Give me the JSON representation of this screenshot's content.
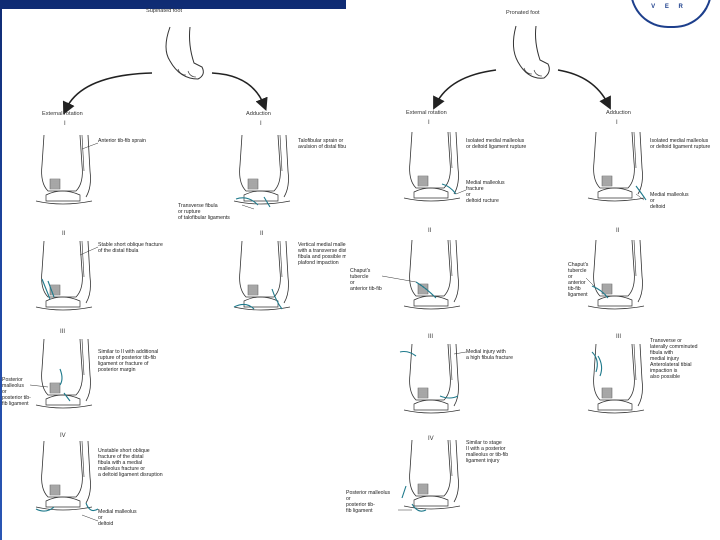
{
  "seal": {
    "text": "V E R"
  },
  "left": {
    "title": "Supinated foot",
    "branch_left": "External rotation",
    "branch_right": "Adduction",
    "er_stages": [
      {
        "num": "I",
        "label": "Anterior tib-fib sprain"
      },
      {
        "num": "II",
        "label": "Stable short oblique fracture\nof the distal fibula"
      },
      {
        "num": "III",
        "label": "Similar to II with additional\nrupture of posterior tib-fib\nligament or fracture of\nposterior margin"
      },
      {
        "num": "IV",
        "label": "Unstable short oblique\nfracture of the distal\nfibula with a medial\nmalleolus fracture or\na deltoid ligament disruption"
      }
    ],
    "er_callouts": {
      "posterior": "Posterior\nmalleolus\nor\nposterior tib-\nfib ligament",
      "medial": "Medial malleolus\nor\ndeltoid"
    },
    "add_stages": [
      {
        "num": "I",
        "label": "Talofibular sprain or\navulsion of distal fibula"
      },
      {
        "num": "II",
        "label": "Vertical medial malleolus\nwith a transverse distal\nfibula and possible medial\nplafond impaction"
      }
    ],
    "add_callouts": {
      "transverse": "Transverse fibula\nor rupture\nof talofibular ligaments"
    }
  },
  "right": {
    "title": "Pronated foot",
    "branch_left": "External rotation",
    "branch_right": "Adduction",
    "er_stages": [
      {
        "num": "I",
        "label": "Isolated medial malleolus\nor deltoid ligament rupture"
      },
      {
        "num": "II",
        "label": ""
      },
      {
        "num": "III",
        "label": "Medial injury with\na high fibula fracture"
      },
      {
        "num": "IV",
        "label": "Similar to stage\nII with a posterior\nmalleolus or tib-fib\nligament injury"
      }
    ],
    "er_callouts": {
      "medial": "Medial malleolus\nfracture\nor\ndeltoid ructure",
      "chaput": "Chaput's\ntubercle\nor\nanterior tib-fib",
      "posterior": "Posterior malleolus\nor\nposterior tib-\nfib ligament"
    },
    "add_stages": [
      {
        "num": "I",
        "label": "Isolated medial malleolus\nor deltoid ligament rupture"
      },
      {
        "num": "II",
        "label": ""
      },
      {
        "num": "III",
        "label": "Transverse or\nlaterally comminuted\nfibula with\nmedial injury\nAnterolateral tibial\nimpaction is\nalso possible"
      }
    ],
    "add_callouts": {
      "medial": "Medial malleolus\nor\ndeltoid",
      "chaput": "Chaput's\ntubercle\nor\nanterior\ntib-fib\nligament"
    }
  }
}
